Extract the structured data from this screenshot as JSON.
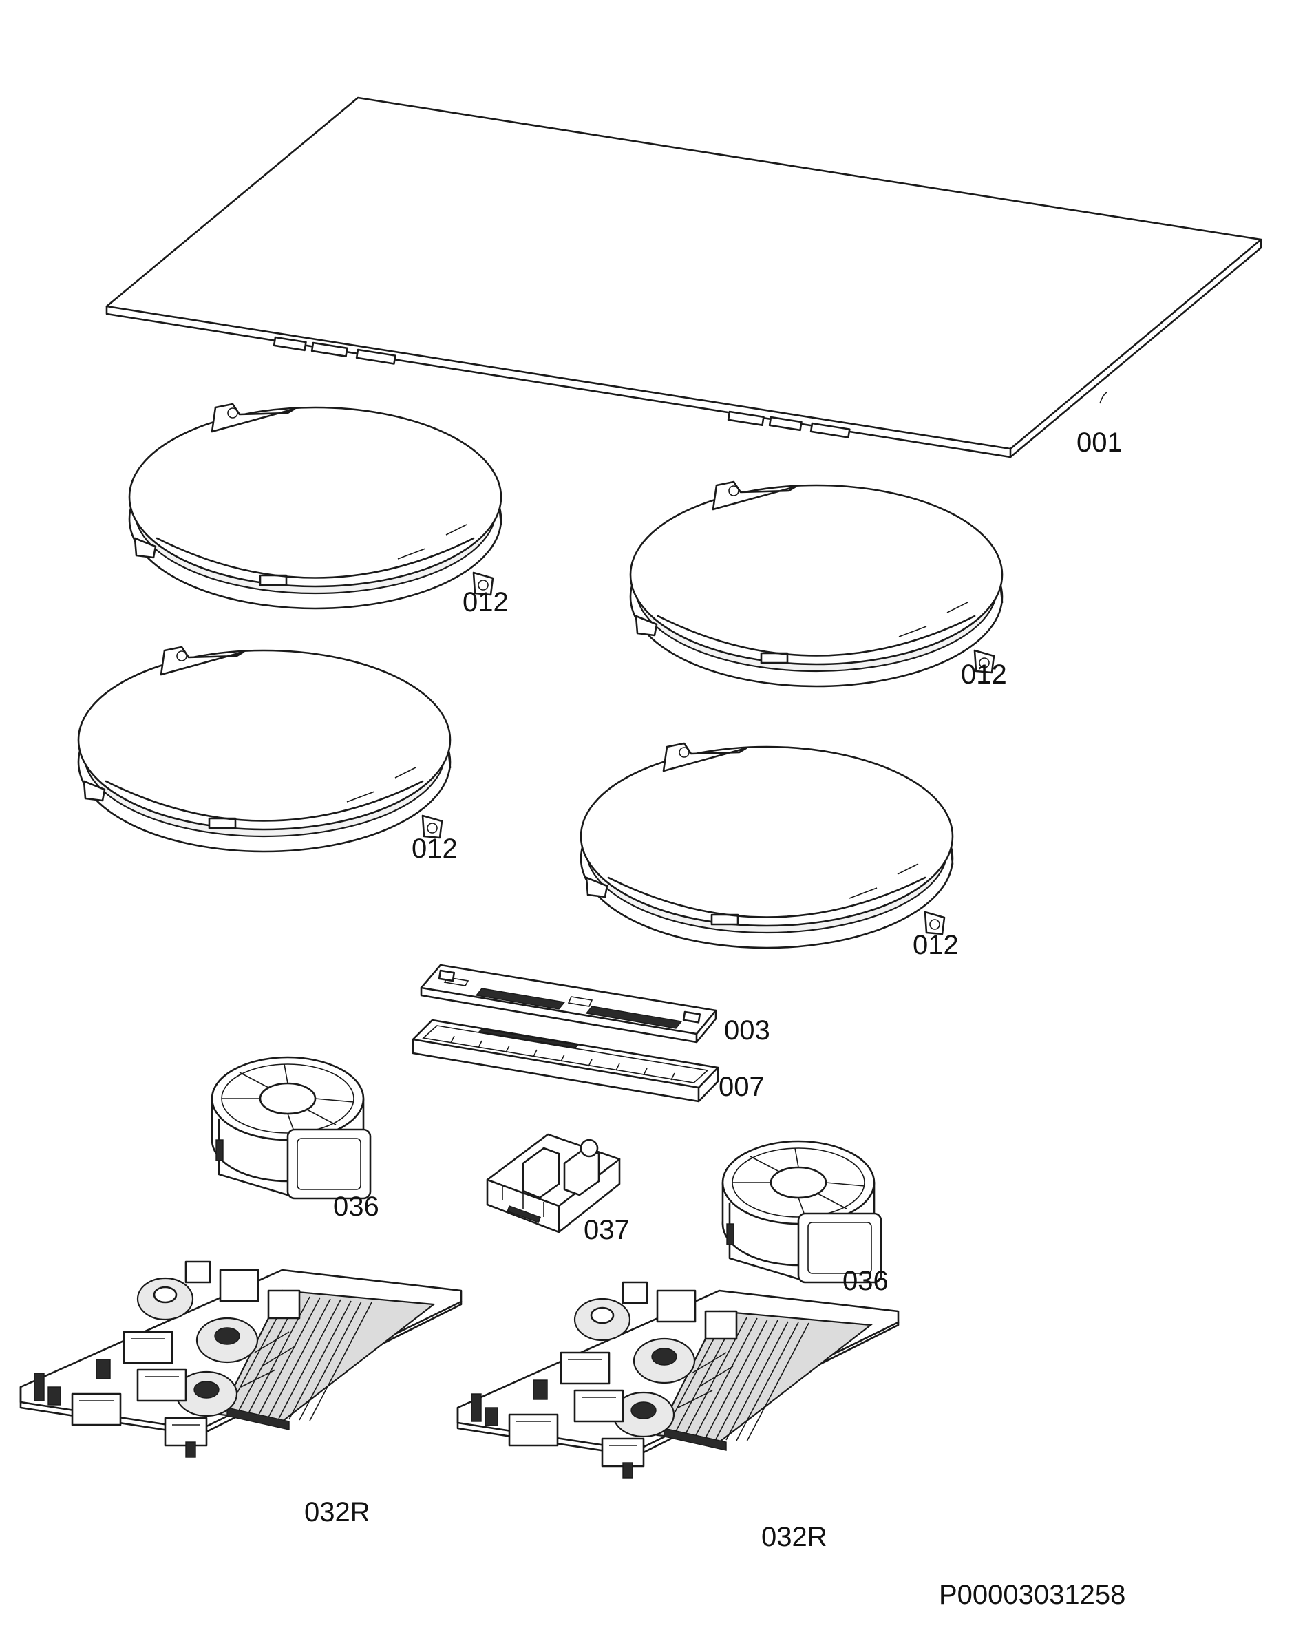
{
  "drawing": {
    "document_code": "P00003031258",
    "parts": [
      {
        "label": "001"
      },
      {
        "label": "012"
      },
      {
        "label": "012"
      },
      {
        "label": "012"
      },
      {
        "label": "012"
      },
      {
        "label": "003"
      },
      {
        "label": "007"
      },
      {
        "label": "036"
      },
      {
        "label": "037"
      },
      {
        "label": "036"
      },
      {
        "label": "032R"
      },
      {
        "label": "032R"
      }
    ]
  }
}
